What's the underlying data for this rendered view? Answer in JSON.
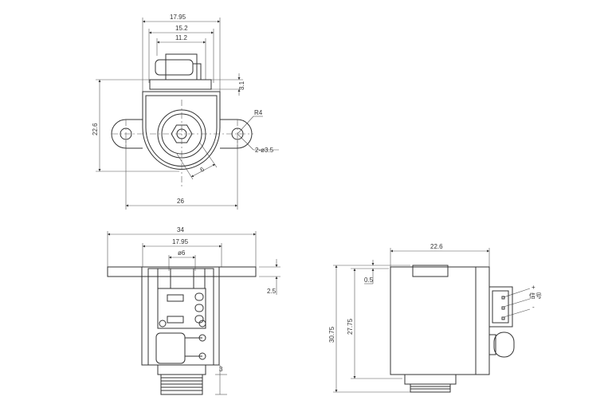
{
  "top_view": {
    "dim_width_outer": "17.95",
    "dim_width_mid": "15.2",
    "dim_width_inner": "11.2",
    "dim_board": "3.1",
    "dim_height": "22.6",
    "dim_radius": "R4",
    "dim_holes": "2-ø3.5",
    "dim_shaft": "6",
    "dim_hole_spacing": "26"
  },
  "front_view": {
    "dim_total_width": "34",
    "dim_body_width": "17.95",
    "dim_shaft_dia": "ø6",
    "dim_flange": "2.5",
    "dim_thread": "3"
  },
  "side_view": {
    "dim_width": "22.6",
    "dim_offset": "0.5",
    "dim_body_height": "27.75",
    "dim_total_height": "30.75",
    "pin_labels": [
      "+",
      "信号",
      "-"
    ]
  }
}
